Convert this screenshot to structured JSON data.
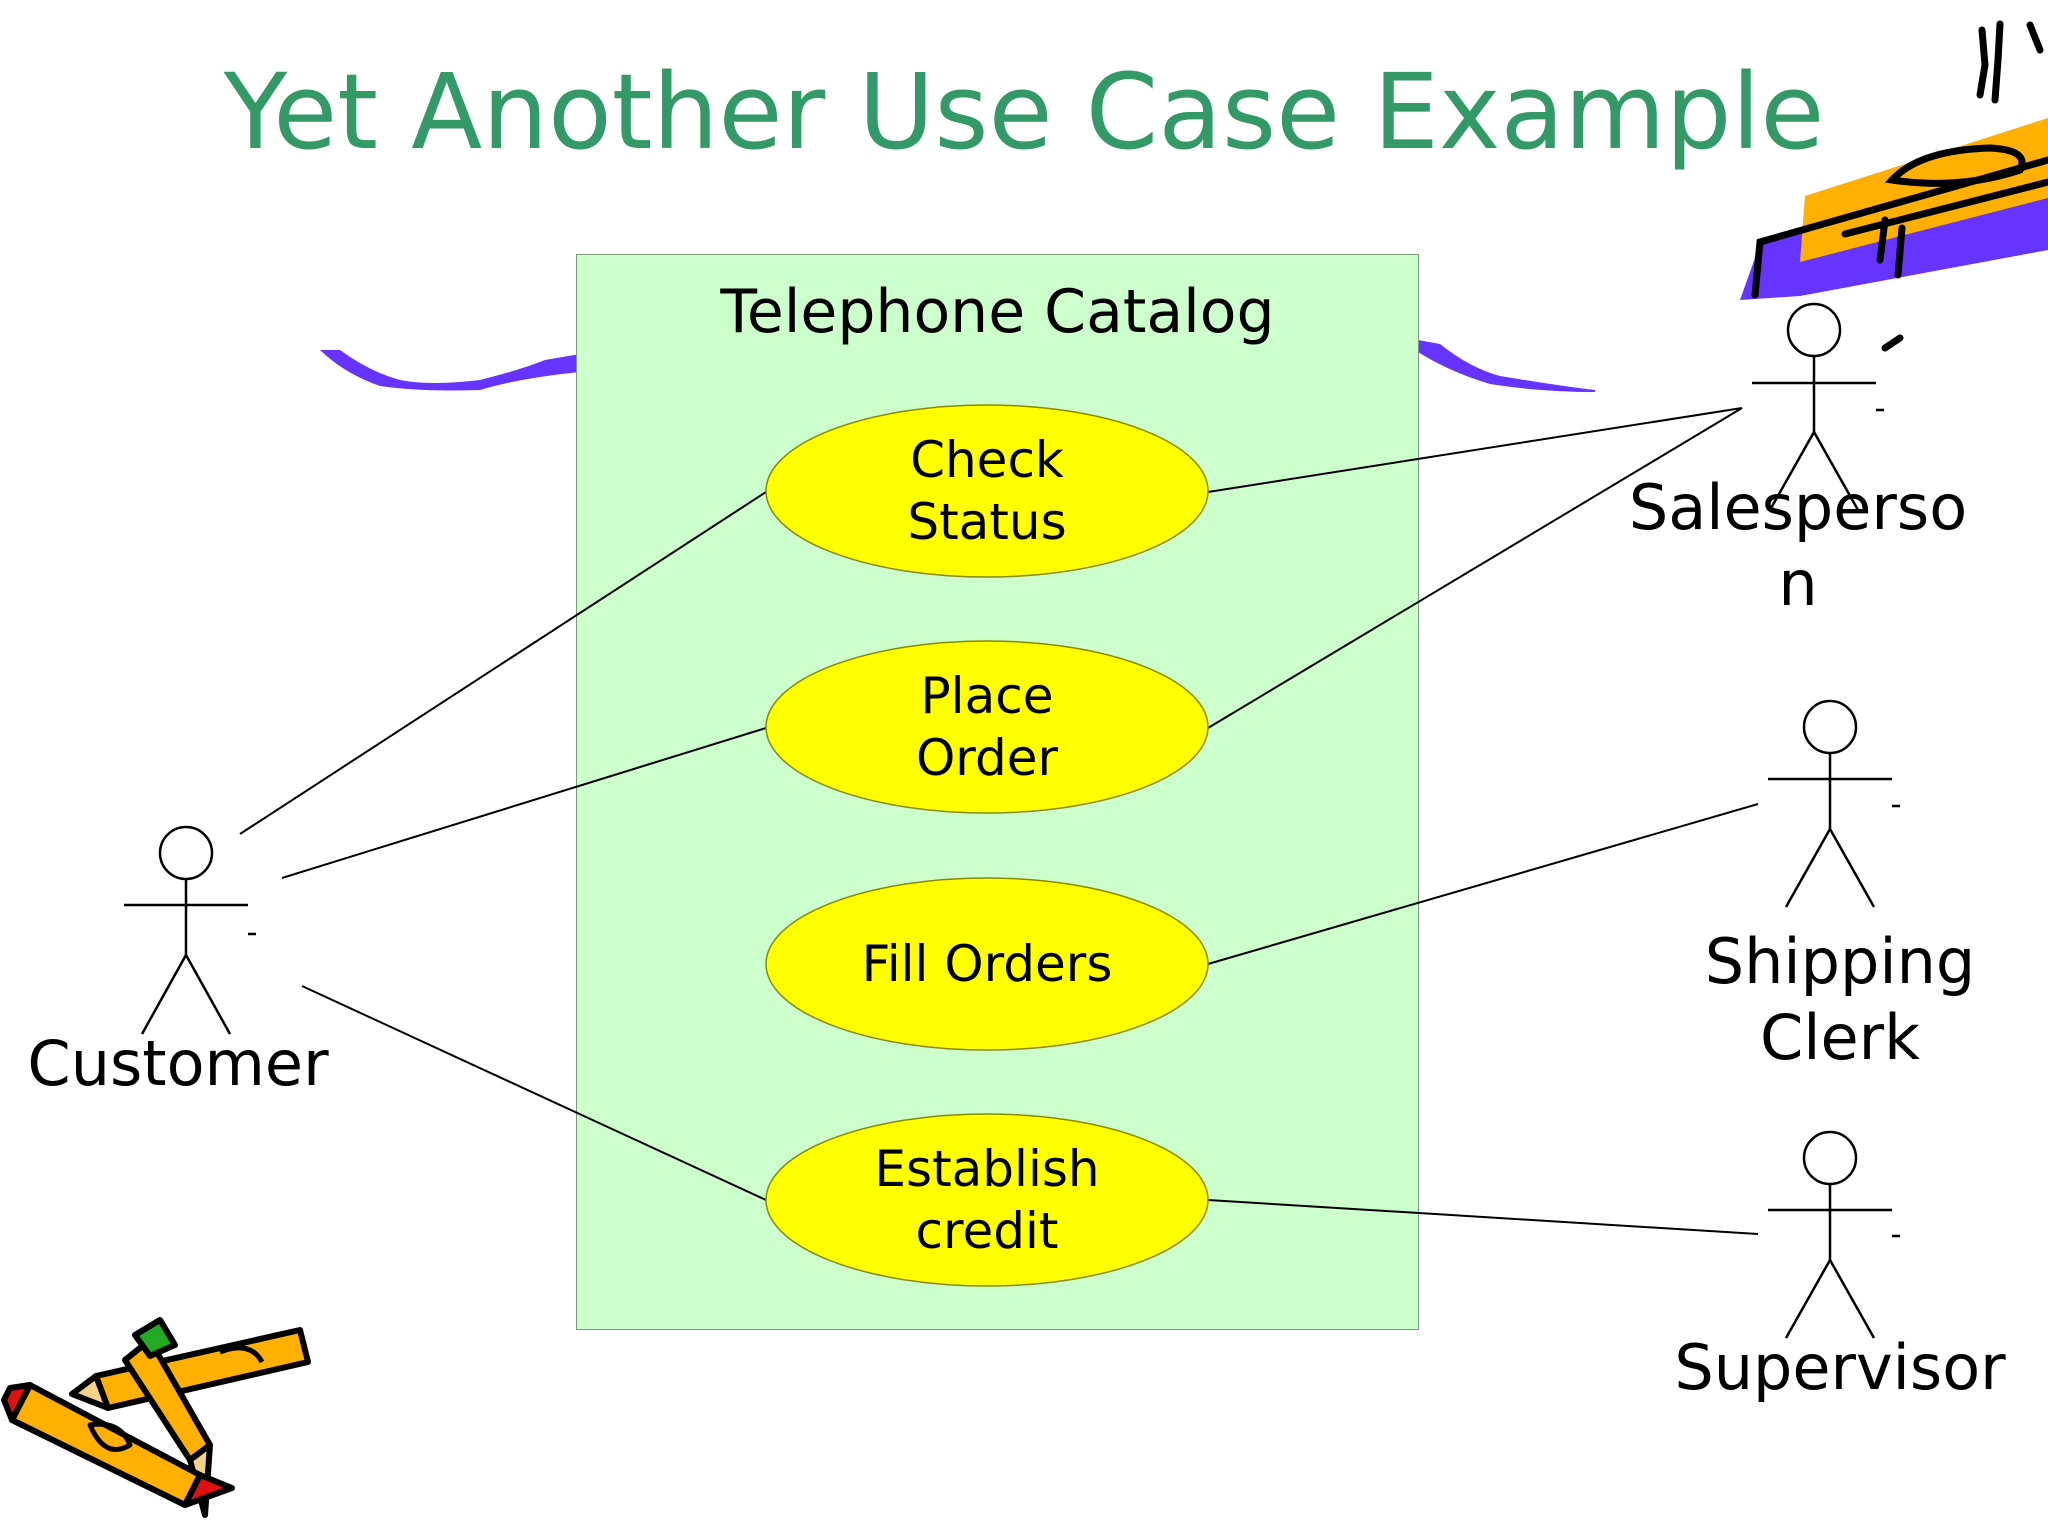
{
  "title": "Yet Another Use Case Example",
  "system": {
    "name": "Telephone Catalog"
  },
  "use_cases": {
    "check_status": {
      "line1": "Check",
      "line2": "Status"
    },
    "place_order": {
      "line1": "Place",
      "line2": "Order"
    },
    "fill_orders": {
      "line1": "Fill Orders"
    },
    "establish_credit": {
      "line1": "Establish",
      "line2": "credit"
    }
  },
  "actors": {
    "customer": {
      "label": "Customer"
    },
    "salesperson": {
      "line1": "Salesperso",
      "line2": "n"
    },
    "shipping_clerk": {
      "line1": "Shipping",
      "line2": "Clerk"
    },
    "supervisor": {
      "label": "Supervisor"
    }
  },
  "colors": {
    "title": "#339966",
    "system_fill": "#ccffcc",
    "use_case_fill": "#ffff00",
    "clipart_purple": "#6633ff",
    "clipart_orange": "#ffb000"
  },
  "icons": [
    "pencils-clipart",
    "phone-clipart",
    "ribbon-decoration"
  ]
}
